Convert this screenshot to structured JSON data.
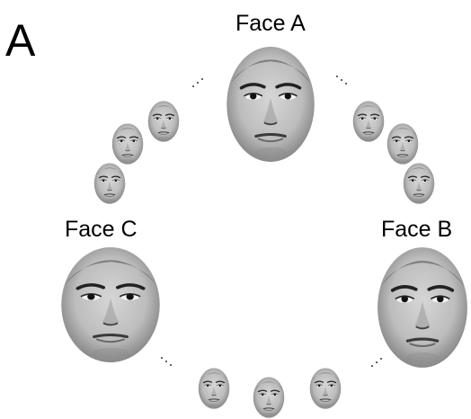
{
  "panel_letter": "A",
  "faces": {
    "a": {
      "label": "Face A"
    },
    "b": {
      "label": "Face B"
    },
    "c": {
      "label": "Face C"
    }
  }
}
